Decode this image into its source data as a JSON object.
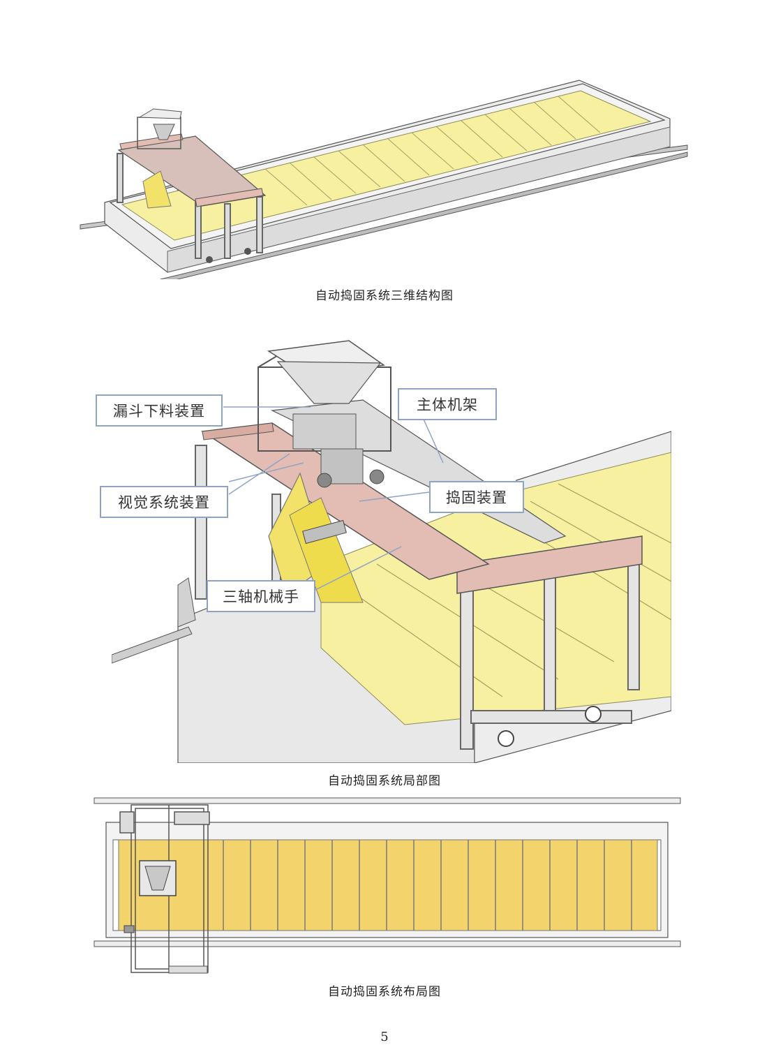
{
  "figures": [
    {
      "caption": "自动捣固系统三维结构图"
    },
    {
      "caption": "自动捣固系统局部图",
      "labels": {
        "hopper": "漏斗下料装置",
        "frame": "主体机架",
        "vision": "视觉系统装置",
        "tamping": "捣固装置",
        "manipulator": "三轴机械手"
      }
    },
    {
      "caption": "自动捣固系统布局图"
    }
  ],
  "page_number": "5",
  "colors": {
    "panel_yellow": "#f7f0a0",
    "panel_yellow_dark": "#f2d36c",
    "frame_gray": "#8d8d8d",
    "beam_pink": "#e3bdb3",
    "callout_border": "#8fa3c4"
  }
}
